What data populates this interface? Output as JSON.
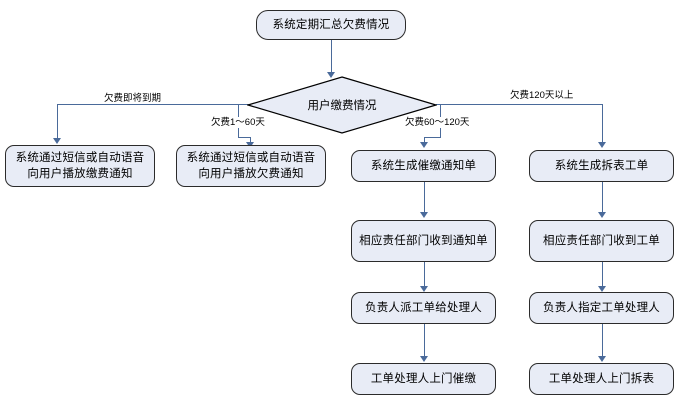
{
  "diagram": {
    "title_node": {
      "label": "系统定期汇总欠费情况"
    },
    "decision": {
      "label": "用户缴费情况"
    },
    "edge_labels": {
      "branch1": "欠费即将到期",
      "branch2": "欠费1～60天",
      "branch3": "欠费60～120天",
      "branch4": "欠费120天以上"
    },
    "columns": [
      {
        "name": "column-1",
        "nodes": [
          {
            "label": "系统通过短信或自动语音向用户播放缴费通知"
          }
        ]
      },
      {
        "name": "column-2",
        "nodes": [
          {
            "label": "系统通过短信或自动语音向用户播放欠费通知"
          }
        ]
      },
      {
        "name": "column-3",
        "nodes": [
          {
            "label": "系统生成催缴通知单"
          },
          {
            "label": "相应责任部门收到通知单"
          },
          {
            "label": "负责人派工单给处理人"
          },
          {
            "label": "工单处理人上门催缴"
          }
        ]
      },
      {
        "name": "column-4",
        "nodes": [
          {
            "label": "系统生成拆表工单"
          },
          {
            "label": "相应责任部门收到工单"
          },
          {
            "label": "负责人指定工单处理人"
          },
          {
            "label": "工单处理人上门拆表"
          }
        ]
      }
    ],
    "colors": {
      "node_fill": "#e8ecf6",
      "node_border": "#2b2b2b",
      "connector": "#4a6a9a",
      "diamond_fill": "#e8ecf6",
      "diamond_border": "#000000",
      "background": "#ffffff"
    }
  }
}
